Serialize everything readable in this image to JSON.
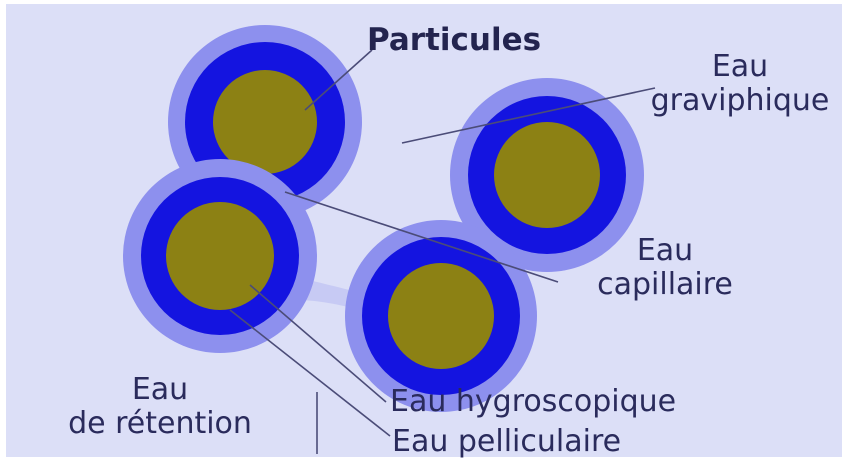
{
  "labels": {
    "particules": "Particules",
    "graviphique_line1": "Eau",
    "graviphique_line2": "graviphique",
    "capillaire_line1": "Eau",
    "capillaire_line2": "capillaire",
    "retention_line1": "Eau",
    "retention_line2": "de rétention",
    "hygroscopique": "Eau hygroscopique",
    "pelliculaire": "Eau pelliculaire"
  },
  "colors": {
    "background": "#dcdff7",
    "particle_core": "#8c8114",
    "hygroscopic_ring": "#1414e0",
    "film_halo": "#8d90ee",
    "capillary_bridge": "#c4c8f3",
    "leader_line": "#4b4c78",
    "text": "#2a2b5c"
  }
}
